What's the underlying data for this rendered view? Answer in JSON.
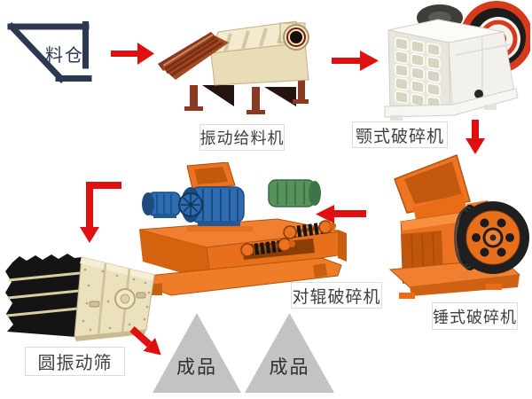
{
  "flowchart": {
    "silo": {
      "label": "料仓"
    },
    "machines": [
      {
        "id": "vibrating-feeder",
        "label": "振动给料机"
      },
      {
        "id": "jaw-crusher",
        "label": "颚式破碎机"
      },
      {
        "id": "hammer-crusher",
        "label": "锤式破碎机"
      },
      {
        "id": "roller-crusher",
        "label": "对辊破碎机"
      },
      {
        "id": "circular-vibrating-screen",
        "label": "圆振动筛"
      }
    ],
    "products": [
      {
        "label": "成品"
      },
      {
        "label": "成品"
      }
    ],
    "arrows": [
      {
        "from": "料仓",
        "to": "振动给料机",
        "direction": "right"
      },
      {
        "from": "振动给料机",
        "to": "颚式破碎机",
        "direction": "right"
      },
      {
        "from": "颚式破碎机",
        "to": "锤式破碎机",
        "direction": "down"
      },
      {
        "from": "锤式破碎机",
        "to": "对辊破碎机",
        "direction": "left"
      },
      {
        "from": "对辊破碎机",
        "to": "圆振动筛",
        "direction": "elbow-down"
      },
      {
        "from": "圆振动筛",
        "to": "成品",
        "direction": "down-right"
      }
    ],
    "colors": {
      "arrow_red": "#e11010",
      "silo_outline": "#2b3950",
      "label_border": "#dcdcdc",
      "label_text": "#3f3f3f",
      "product_gray": "#c3c3c3",
      "feeder_body": "#e9ddb8",
      "feeder_bars": "#a04a26",
      "jaw_body": "#f2f1ec",
      "jaw_flywheel_red": "#d6391b",
      "hammer_orange": "#ea7220",
      "roller_orange": "#ef7c26",
      "motor_blue": "#2e6cb2",
      "motor_green": "#55925c",
      "screen_body": "#ebe1bd",
      "screen_deck_black": "#141414"
    }
  }
}
